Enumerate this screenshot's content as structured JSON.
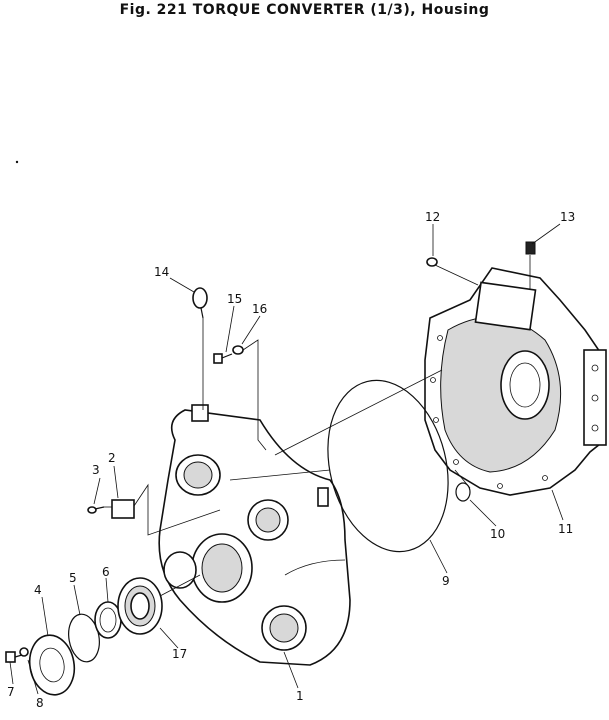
{
  "title": "Fig. 221   TORQUE CONVERTER (1/3), Housing",
  "callouts": [
    "1",
    "2",
    "3",
    "4",
    "5",
    "6",
    "7",
    "8",
    "9",
    "10",
    "11",
    "12",
    "13",
    "14",
    "15",
    "16",
    "17"
  ]
}
